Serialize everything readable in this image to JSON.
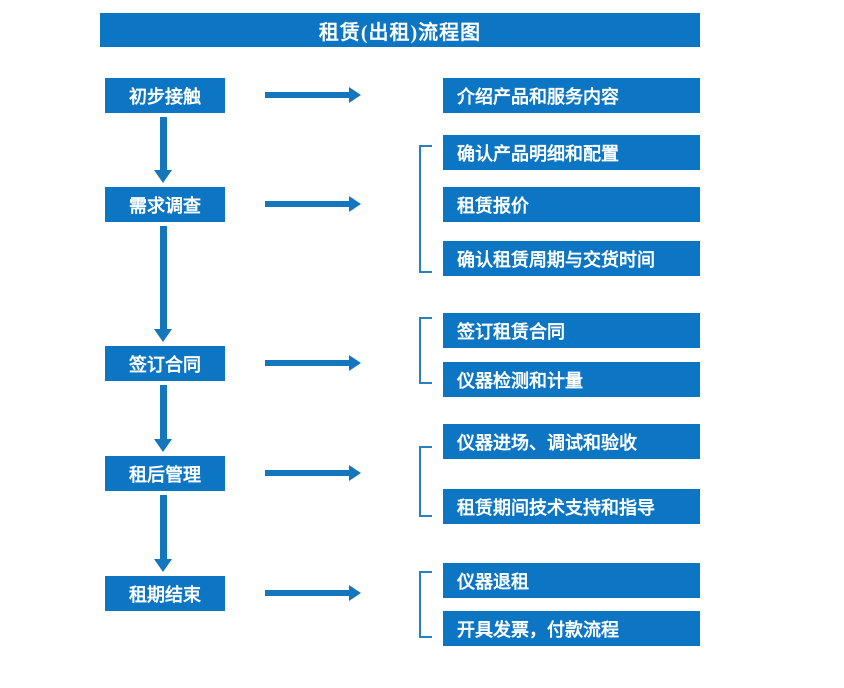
{
  "diagram": {
    "title": "租赁(出租)流程图",
    "accent_color": "#0c75c4",
    "connector_color": "#1476bc",
    "bracket_color": "#2a7fc1",
    "text_color": "#ffffff",
    "background_color": "#ffffff"
  },
  "stages": [
    {
      "label": "初步接触"
    },
    {
      "label": "需求调查"
    },
    {
      "label": "签订合同"
    },
    {
      "label": "租后管理"
    },
    {
      "label": "租期结束"
    }
  ],
  "details": {
    "stage1": [
      {
        "label": "介绍产品和服务内容"
      }
    ],
    "stage2": [
      {
        "label": "确认产品明细和配置"
      },
      {
        "label": "租赁报价"
      },
      {
        "label": "确认租赁周期与交货时间"
      }
    ],
    "stage3": [
      {
        "label": "签订租赁合同"
      },
      {
        "label": "仪器检测和计量"
      }
    ],
    "stage4": [
      {
        "label": "仪器进场、调试和验收"
      },
      {
        "label": "租赁期间技术支持和指导"
      }
    ],
    "stage5": [
      {
        "label": "仪器退租"
      },
      {
        "label": "开具发票，付款流程"
      }
    ]
  },
  "chart_data": {
    "type": "diagram",
    "title": "租赁(出租)流程图",
    "flow_direction": "top-to-bottom",
    "nodes": [
      {
        "id": "s1",
        "label": "初步接触",
        "column": "left",
        "order": 1
      },
      {
        "id": "s2",
        "label": "需求调查",
        "column": "left",
        "order": 2
      },
      {
        "id": "s3",
        "label": "签订合同",
        "column": "left",
        "order": 3
      },
      {
        "id": "s4",
        "label": "租后管理",
        "column": "left",
        "order": 4
      },
      {
        "id": "s5",
        "label": "租期结束",
        "column": "left",
        "order": 5
      },
      {
        "id": "d1",
        "label": "介绍产品和服务内容",
        "column": "right",
        "parent": "s1"
      },
      {
        "id": "d2",
        "label": "确认产品明细和配置",
        "column": "right",
        "parent": "s2"
      },
      {
        "id": "d3",
        "label": "租赁报价",
        "column": "right",
        "parent": "s2"
      },
      {
        "id": "d4",
        "label": "确认租赁周期与交货时间",
        "column": "right",
        "parent": "s2"
      },
      {
        "id": "d5",
        "label": "签订租赁合同",
        "column": "right",
        "parent": "s3"
      },
      {
        "id": "d6",
        "label": "仪器检测和计量",
        "column": "right",
        "parent": "s3"
      },
      {
        "id": "d7",
        "label": "仪器进场、调试和验收",
        "column": "right",
        "parent": "s4"
      },
      {
        "id": "d8",
        "label": "租赁期间技术支持和指导",
        "column": "right",
        "parent": "s4"
      },
      {
        "id": "d9",
        "label": "仪器退租",
        "column": "right",
        "parent": "s5"
      },
      {
        "id": "d10",
        "label": "开具发票，付款流程",
        "column": "right",
        "parent": "s5"
      }
    ],
    "edges": [
      {
        "from": "s1",
        "to": "s2",
        "type": "vertical-arrow"
      },
      {
        "from": "s2",
        "to": "s3",
        "type": "vertical-arrow"
      },
      {
        "from": "s3",
        "to": "s4",
        "type": "vertical-arrow"
      },
      {
        "from": "s4",
        "to": "s5",
        "type": "vertical-arrow"
      },
      {
        "from": "s1",
        "to": "d1",
        "type": "horizontal-arrow"
      },
      {
        "from": "s2",
        "to": "d2,d3,d4",
        "type": "horizontal-arrow-bracket"
      },
      {
        "from": "s3",
        "to": "d5,d6",
        "type": "horizontal-arrow-bracket"
      },
      {
        "from": "s4",
        "to": "d7,d8",
        "type": "horizontal-arrow-bracket"
      },
      {
        "from": "s5",
        "to": "d9,d10",
        "type": "horizontal-arrow-bracket"
      }
    ]
  }
}
